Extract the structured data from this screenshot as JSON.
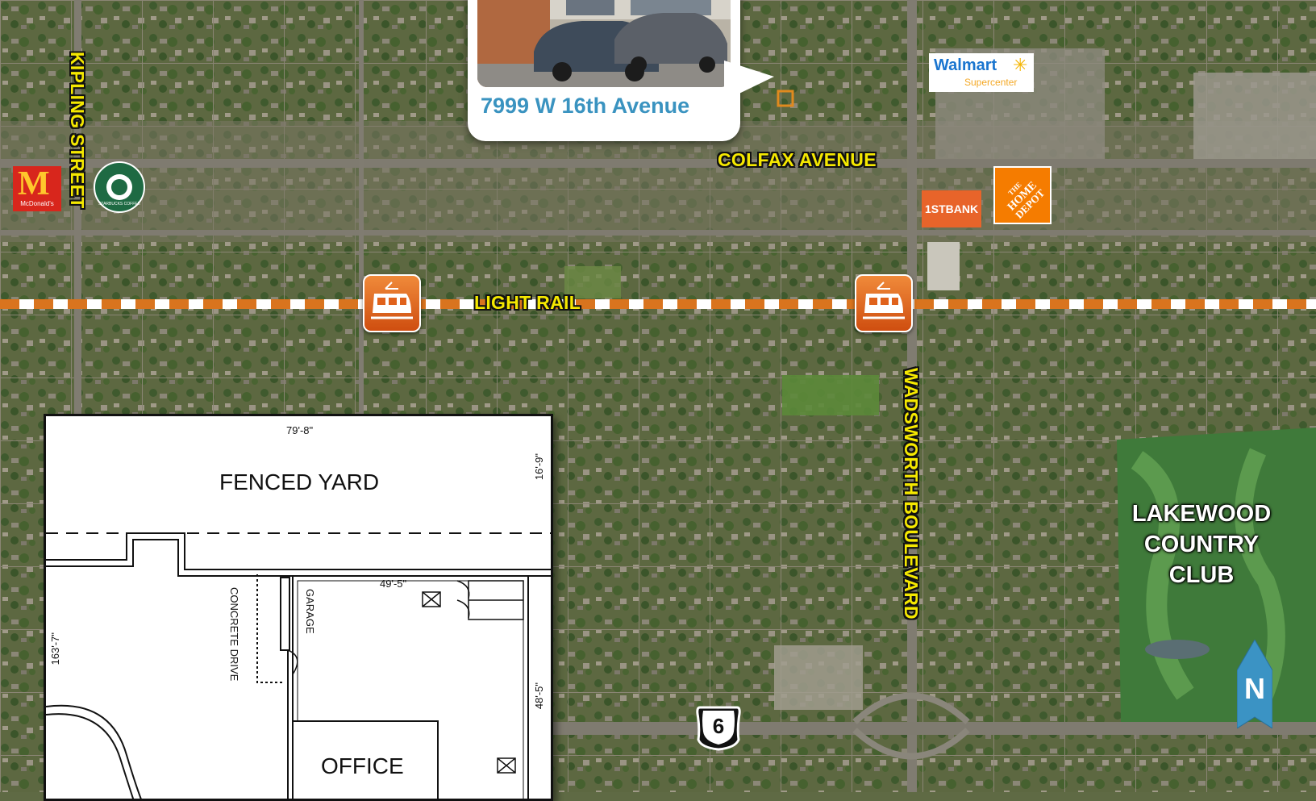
{
  "property": {
    "address": "7999 W 16th Avenue"
  },
  "streets": {
    "colfax": "COLFAX AVENUE",
    "kipling": "KIPLING STREET",
    "wadsworth": "WADSWORTH BOULEVARD",
    "light_rail": "LIGHT RAIL",
    "highway_number": "6"
  },
  "landmarks": {
    "club": [
      "LAKEWOOD",
      "COUNTRY",
      "CLUB"
    ],
    "north": "N"
  },
  "brands": {
    "walmart": "Walmart",
    "walmart_sub": "Supercenter",
    "firstbank": "1STBANK",
    "home_depot": [
      "THE",
      "HOME",
      "DEPOT"
    ],
    "mcdonalds": "McDonald's",
    "starbucks": "STARBUCKS COFFEE"
  },
  "floor_plan": {
    "fenced_yard": "FENCED YARD",
    "office": "OFFICE",
    "garage": "GARAGE",
    "concrete_drive": [
      "CONCRETE",
      "DRIVE"
    ],
    "dims": {
      "width_top": "79'-8\"",
      "yard_depth": "16'-9\"",
      "interior_width": "49'-5\"",
      "interior_depth": "48'-5\"",
      "total_depth": "163'-7\""
    }
  },
  "colors": {
    "label_yellow": "#f5e800",
    "address_blue": "#3a93c0",
    "rail_orange": "#d9741e",
    "icon_orange": "#e0621c",
    "north_blue": "#3b93c4",
    "grass_green": "#3f7a3a"
  },
  "icons": [
    "train-icon",
    "shield-icon",
    "north-arrow-icon"
  ]
}
